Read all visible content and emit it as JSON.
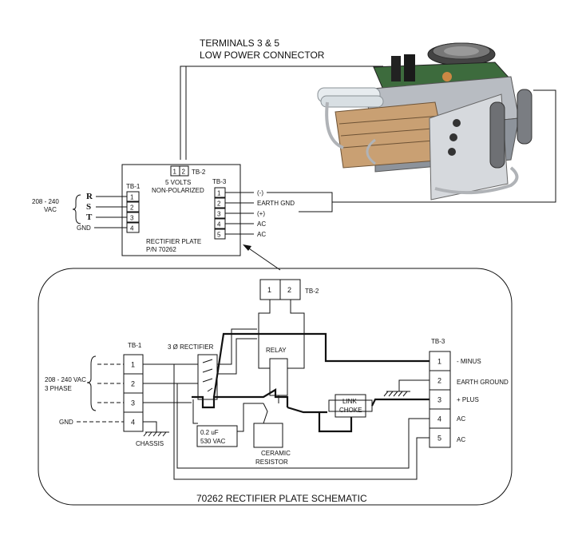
{
  "callout": {
    "line1": "TERMINALS  3 & 5",
    "line2": "LOW POWER CONNECTOR"
  },
  "top_plate": {
    "tb1_label": "TB-1",
    "tb2_label": "TB-2",
    "tb3_label": "TB-3",
    "tb2_terminals": [
      "1",
      "2"
    ],
    "tb2_note_line1": "5 VOLTS",
    "tb2_note_line2": "NON-POLARIZED",
    "tb1_terminals": [
      "1",
      "2",
      "3",
      "4"
    ],
    "tb1_inputs": [
      "R",
      "S",
      "T"
    ],
    "tb1_gnd": "GND",
    "voltage_line1": "208 - 240",
    "voltage_line2": "VAC",
    "tb3_terminals": [
      "1",
      "2",
      "3",
      "4",
      "5"
    ],
    "tb3_signals": [
      "(-)",
      "EARTH GND",
      "(+)",
      "AC",
      "AC"
    ],
    "plate_line1": "RECTIFIER PLATE",
    "plate_line2": "P/N 70262"
  },
  "schematic": {
    "title": "70262 RECTIFIER PLATE SCHEMATIC",
    "tb1_label": "TB-1",
    "tb1_terminals": [
      "1",
      "2",
      "3",
      "4"
    ],
    "voltage_line1": "208 - 240 VAC",
    "voltage_line2": "3 PHASE",
    "gnd": "GND",
    "chassis": "CHASSIS",
    "rectifier_label": "3 Ø RECTIFIER",
    "tb2_label": "TB-2",
    "tb2_terminals": [
      "1",
      "2"
    ],
    "relay_label": "RELAY",
    "cap_line1": "0.2 uF",
    "cap_line2": "530 VAC",
    "resistor_line1": "CERAMIC",
    "resistor_line2": "RESISTOR",
    "choke_line1": "LINK",
    "choke_line2": "CHOKE",
    "tb3_label": "TB-3",
    "tb3_terminals": [
      "1",
      "2",
      "3",
      "4",
      "5"
    ],
    "tb3_signals": [
      "- MINUS",
      "EARTH GROUND",
      "+ PLUS",
      "AC",
      "AC"
    ]
  }
}
